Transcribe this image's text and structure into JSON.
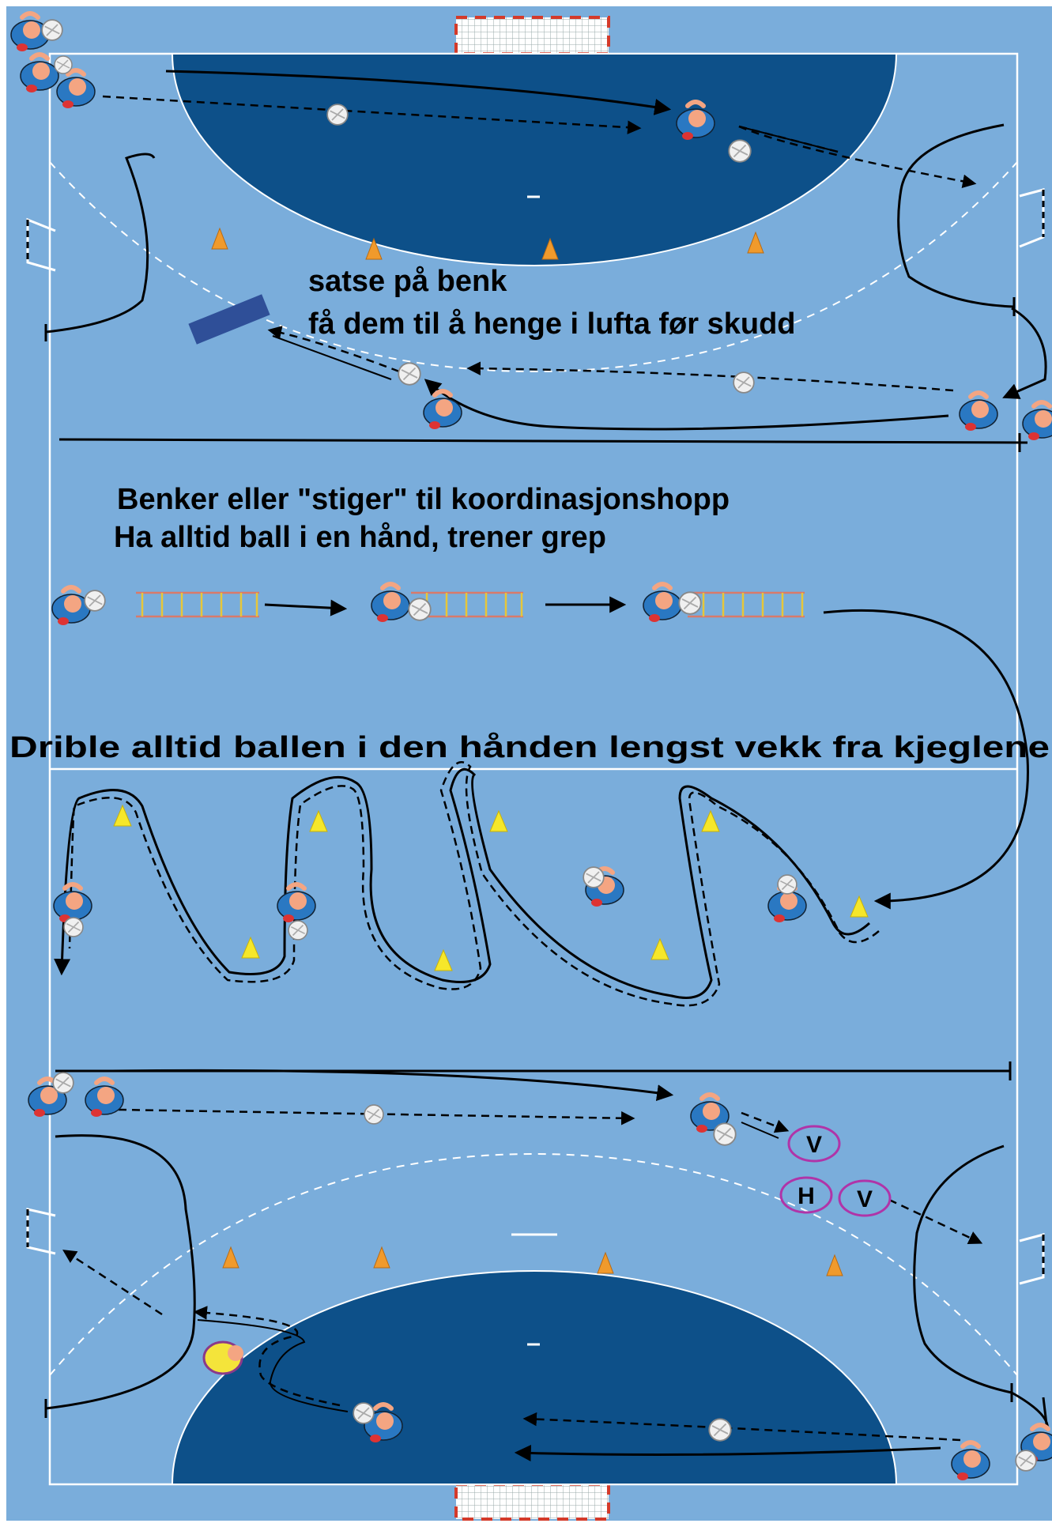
{
  "texts": {
    "station1_line1": "satse på benk",
    "station1_line2": "få dem til å henge i lufta før skudd",
    "station2_line1": "Benker eller \"stiger\" til koordinasjonshopp",
    "station2_line2": "Ha alltid ball i en hånd, trener grep",
    "station3_line1": "Drible alltid ballen i den hånden lengst vekk fra kjeglene"
  },
  "markers": {
    "v1": "V",
    "h1": "H",
    "v2": "V"
  },
  "colors": {
    "court": "#7aaddb",
    "zone": "#0d5089",
    "player_blue": "#2a78c2",
    "player_head": "#f4a582",
    "keeper": "#f4e43a",
    "cone_orange": "#f09a2c",
    "cone_yellow": "#f6e72a",
    "bench": "#2f4f98",
    "marker_ring": "#b034a8",
    "goal_red": "#d43a2a"
  },
  "icons": [
    "player-icon",
    "ball-icon",
    "cone-icon",
    "ladder-icon",
    "bench-icon",
    "goal-icon",
    "goalkeeper-icon",
    "small-goal-icon"
  ]
}
